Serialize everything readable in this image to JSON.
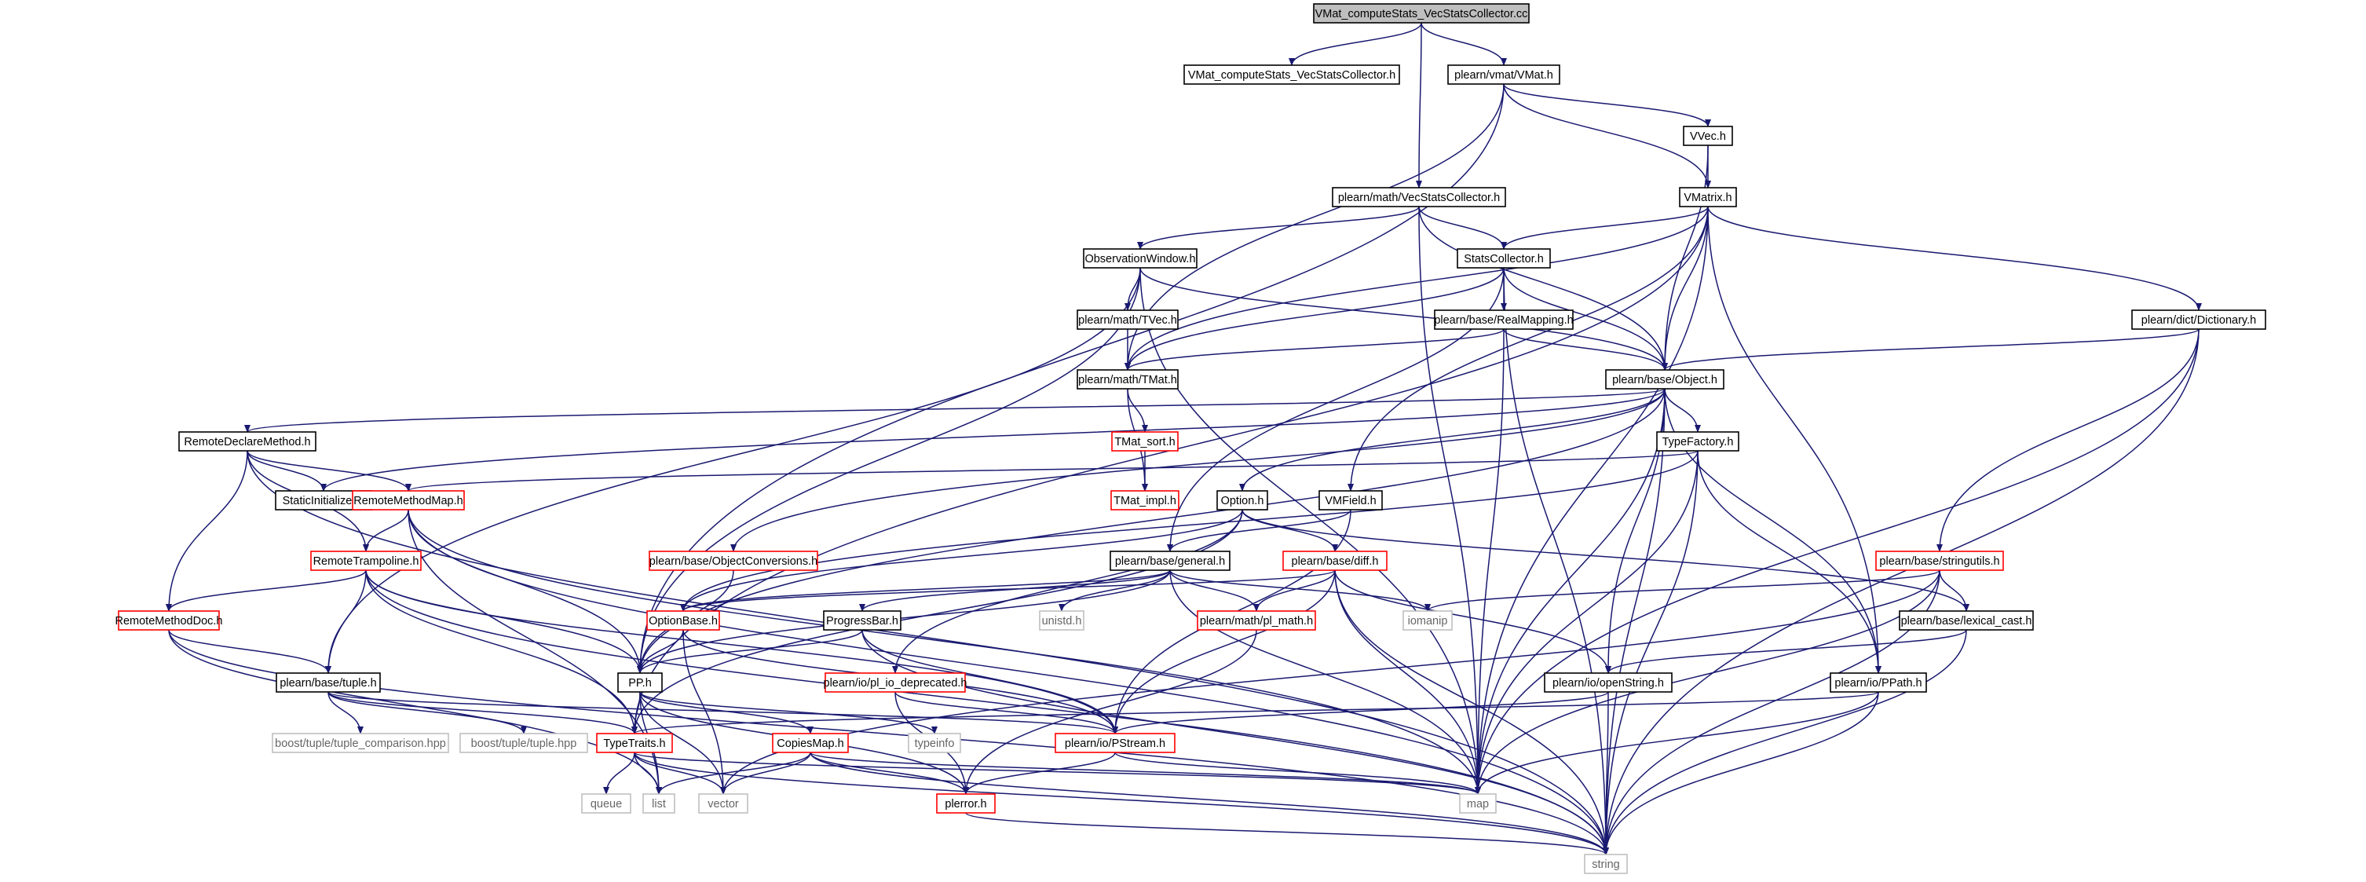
{
  "diagram": {
    "colors": {
      "normal_border": "#000000",
      "missing_border": "#bfbfbf",
      "truncated_border": "#ff0000",
      "root_fill": "#bfbfbf",
      "edge": "#191970",
      "text": "#000000",
      "missing_text": "#666666"
    },
    "nodes": [
      {
        "id": "root",
        "label": "VMat_computeStats_VecStatsCollector.cc",
        "kind": "root"
      },
      {
        "id": "vmat_compute_h",
        "label": "VMat_computeStats_VecStatsCollector.h",
        "kind": "normal"
      },
      {
        "id": "vmat_h",
        "label": "plearn/vmat/VMat.h",
        "kind": "normal"
      },
      {
        "id": "vvec_h",
        "label": "VVec.h",
        "kind": "normal"
      },
      {
        "id": "vecstats_h",
        "label": "plearn/math/VecStatsCollector.h",
        "kind": "normal"
      },
      {
        "id": "vmatrix_h",
        "label": "VMatrix.h",
        "kind": "normal"
      },
      {
        "id": "obswin_h",
        "label": "ObservationWindow.h",
        "kind": "normal"
      },
      {
        "id": "statscol_h",
        "label": "StatsCollector.h",
        "kind": "normal"
      },
      {
        "id": "tvec_h",
        "label": "plearn/math/TVec.h",
        "kind": "normal"
      },
      {
        "id": "realmap_h",
        "label": "plearn/base/RealMapping.h",
        "kind": "normal"
      },
      {
        "id": "dict_h",
        "label": "plearn/dict/Dictionary.h",
        "kind": "normal"
      },
      {
        "id": "tmat_h",
        "label": "plearn/math/TMat.h",
        "kind": "normal"
      },
      {
        "id": "object_h",
        "label": "plearn/base/Object.h",
        "kind": "normal"
      },
      {
        "id": "rdm_h",
        "label": "RemoteDeclareMethod.h",
        "kind": "normal"
      },
      {
        "id": "tmatsort_h",
        "label": "TMat_sort.h",
        "kind": "truncated"
      },
      {
        "id": "typefactory_h",
        "label": "TypeFactory.h",
        "kind": "normal"
      },
      {
        "id": "staticinit_h",
        "label": "StaticInitializer.h",
        "kind": "normal"
      },
      {
        "id": "rmm_h",
        "label": "RemoteMethodMap.h",
        "kind": "truncated"
      },
      {
        "id": "tmatimpl_h",
        "label": "TMat_impl.h",
        "kind": "truncated"
      },
      {
        "id": "option_h",
        "label": "Option.h",
        "kind": "normal"
      },
      {
        "id": "vmfield_h",
        "label": "VMField.h",
        "kind": "normal"
      },
      {
        "id": "objconv_h",
        "label": "plearn/base/ObjectConversions.h",
        "kind": "truncated"
      },
      {
        "id": "rtramp_h",
        "label": "RemoteTrampoline.h",
        "kind": "truncated"
      },
      {
        "id": "general_h",
        "label": "plearn/base/general.h",
        "kind": "normal"
      },
      {
        "id": "diff_h",
        "label": "plearn/base/diff.h",
        "kind": "truncated"
      },
      {
        "id": "stringutils_h",
        "label": "plearn/base/stringutils.h",
        "kind": "truncated"
      },
      {
        "id": "rmdoc_h",
        "label": "RemoteMethodDoc.h",
        "kind": "truncated"
      },
      {
        "id": "optionbase_h",
        "label": "OptionBase.h",
        "kind": "truncated"
      },
      {
        "id": "progressbar_h",
        "label": "ProgressBar.h",
        "kind": "normal"
      },
      {
        "id": "unistd_h",
        "label": "unistd.h",
        "kind": "missing"
      },
      {
        "id": "plmath_h",
        "label": "plearn/math/pl_math.h",
        "kind": "truncated"
      },
      {
        "id": "iomanip",
        "label": "iomanip",
        "kind": "missing"
      },
      {
        "id": "lexcast_h",
        "label": "plearn/base/lexical_cast.h",
        "kind": "normal"
      },
      {
        "id": "tuple_h",
        "label": "plearn/base/tuple.h",
        "kind": "normal"
      },
      {
        "id": "pp_h",
        "label": "PP.h",
        "kind": "normal"
      },
      {
        "id": "pliodep_h",
        "label": "plearn/io/pl_io_deprecated.h",
        "kind": "truncated"
      },
      {
        "id": "openstring_h",
        "label": "plearn/io/openString.h",
        "kind": "normal"
      },
      {
        "id": "ppath_h",
        "label": "plearn/io/PPath.h",
        "kind": "normal"
      },
      {
        "id": "tuplecmp_hpp",
        "label": "boost/tuple/tuple_comparison.hpp",
        "kind": "missing"
      },
      {
        "id": "tuple_hpp",
        "label": "boost/tuple/tuple.hpp",
        "kind": "missing"
      },
      {
        "id": "typetraits_h",
        "label": "TypeTraits.h",
        "kind": "truncated"
      },
      {
        "id": "copiesmap_h",
        "label": "CopiesMap.h",
        "kind": "truncated"
      },
      {
        "id": "typeinfo",
        "label": "typeinfo",
        "kind": "missing"
      },
      {
        "id": "pstream_h",
        "label": "plearn/io/PStream.h",
        "kind": "truncated"
      },
      {
        "id": "queue",
        "label": "queue",
        "kind": "missing"
      },
      {
        "id": "list",
        "label": "list",
        "kind": "missing"
      },
      {
        "id": "vector",
        "label": "vector",
        "kind": "missing"
      },
      {
        "id": "plerror_h",
        "label": "plerror.h",
        "kind": "truncated"
      },
      {
        "id": "map",
        "label": "map",
        "kind": "missing"
      },
      {
        "id": "string",
        "label": "string",
        "kind": "missing"
      }
    ],
    "edges": [
      [
        "root",
        "vmat_compute_h"
      ],
      [
        "root",
        "vmat_h"
      ],
      [
        "root",
        "vecstats_h"
      ],
      [
        "vmat_h",
        "vvec_h"
      ],
      [
        "vmat_h",
        "vmatrix_h"
      ],
      [
        "vmat_h",
        "tmat_h"
      ],
      [
        "vmat_h",
        "pp_h"
      ],
      [
        "vvec_h",
        "vmatrix_h"
      ],
      [
        "vvec_h",
        "object_h"
      ],
      [
        "vecstats_h",
        "obswin_h"
      ],
      [
        "vecstats_h",
        "statscol_h"
      ],
      [
        "vecstats_h",
        "object_h"
      ],
      [
        "vecstats_h",
        "map"
      ],
      [
        "vmatrix_h",
        "statscol_h"
      ],
      [
        "vmatrix_h",
        "dict_h"
      ],
      [
        "vmatrix_h",
        "object_h"
      ],
      [
        "vmatrix_h",
        "tmat_h"
      ],
      [
        "vmatrix_h",
        "ppath_h"
      ],
      [
        "vmatrix_h",
        "vmfield_h"
      ],
      [
        "vmatrix_h",
        "map"
      ],
      [
        "vmatrix_h",
        "typetraits_h"
      ],
      [
        "obswin_h",
        "tvec_h"
      ],
      [
        "obswin_h",
        "tuple_h"
      ],
      [
        "obswin_h",
        "object_h"
      ],
      [
        "obswin_h",
        "pp_h"
      ],
      [
        "obswin_h",
        "map"
      ],
      [
        "statscol_h",
        "realmap_h"
      ],
      [
        "statscol_h",
        "object_h"
      ],
      [
        "statscol_h",
        "tmat_h"
      ],
      [
        "statscol_h",
        "general_h"
      ],
      [
        "statscol_h",
        "string"
      ],
      [
        "tvec_h",
        "tmat_h"
      ],
      [
        "realmap_h",
        "object_h"
      ],
      [
        "realmap_h",
        "tmat_h"
      ],
      [
        "realmap_h",
        "map"
      ],
      [
        "dict_h",
        "object_h"
      ],
      [
        "dict_h",
        "stringutils_h"
      ],
      [
        "dict_h",
        "map"
      ],
      [
        "dict_h",
        "string"
      ],
      [
        "tmat_h",
        "tmatsort_h"
      ],
      [
        "tmat_h",
        "tmatimpl_h"
      ],
      [
        "object_h",
        "rdm_h"
      ],
      [
        "object_h",
        "typefactory_h"
      ],
      [
        "object_h",
        "staticinit_h"
      ],
      [
        "object_h",
        "option_h"
      ],
      [
        "object_h",
        "ppath_h"
      ],
      [
        "object_h",
        "openstring_h"
      ],
      [
        "object_h",
        "objconv_h"
      ],
      [
        "object_h",
        "pp_h"
      ],
      [
        "object_h",
        "map"
      ],
      [
        "object_h",
        "string"
      ],
      [
        "rdm_h",
        "staticinit_h"
      ],
      [
        "rdm_h",
        "rmm_h"
      ],
      [
        "rdm_h",
        "rtramp_h"
      ],
      [
        "rdm_h",
        "rmdoc_h"
      ],
      [
        "rdm_h",
        "string"
      ],
      [
        "tmatsort_h",
        "tmatimpl_h"
      ],
      [
        "typefactory_h",
        "rmm_h"
      ],
      [
        "typefactory_h",
        "ppath_h"
      ],
      [
        "typefactory_h",
        "map"
      ],
      [
        "typefactory_h",
        "string"
      ],
      [
        "typefactory_h",
        "optionbase_h"
      ],
      [
        "rmm_h",
        "rtramp_h"
      ],
      [
        "rmm_h",
        "pp_h"
      ],
      [
        "rmm_h",
        "map"
      ],
      [
        "rmm_h",
        "string"
      ],
      [
        "rmm_h",
        "list"
      ],
      [
        "option_h",
        "diff_h"
      ],
      [
        "option_h",
        "optionbase_h"
      ],
      [
        "option_h",
        "lexcast_h"
      ],
      [
        "option_h",
        "pliodep_h"
      ],
      [
        "option_h",
        "typetraits_h"
      ],
      [
        "vmfield_h",
        "general_h"
      ],
      [
        "vmfield_h",
        "pstream_h"
      ],
      [
        "objconv_h",
        "pp_h"
      ],
      [
        "rtramp_h",
        "rmdoc_h"
      ],
      [
        "rtramp_h",
        "tuple_h"
      ],
      [
        "rtramp_h",
        "pp_h"
      ],
      [
        "rtramp_h",
        "typetraits_h"
      ],
      [
        "rtramp_h",
        "pstream_h"
      ],
      [
        "rtramp_h",
        "string"
      ],
      [
        "general_h",
        "optionbase_h"
      ],
      [
        "general_h",
        "progressbar_h"
      ],
      [
        "general_h",
        "unistd_h"
      ],
      [
        "general_h",
        "plmath_h"
      ],
      [
        "general_h",
        "iomanip"
      ],
      [
        "general_h",
        "pp_h"
      ],
      [
        "general_h",
        "map"
      ],
      [
        "diff_h",
        "optionbase_h"
      ],
      [
        "diff_h",
        "plmath_h"
      ],
      [
        "diff_h",
        "openstring_h"
      ],
      [
        "diff_h",
        "pstream_h"
      ],
      [
        "diff_h",
        "map"
      ],
      [
        "diff_h",
        "string"
      ],
      [
        "stringutils_h",
        "iomanip"
      ],
      [
        "stringutils_h",
        "lexcast_h"
      ],
      [
        "stringutils_h",
        "vector"
      ],
      [
        "stringutils_h",
        "map"
      ],
      [
        "stringutils_h",
        "string"
      ],
      [
        "rmdoc_h",
        "tuple_h"
      ],
      [
        "rmdoc_h",
        "list"
      ],
      [
        "rmdoc_h",
        "string"
      ],
      [
        "optionbase_h",
        "pp_h"
      ],
      [
        "optionbase_h",
        "pstream_h"
      ],
      [
        "optionbase_h",
        "vector"
      ],
      [
        "progressbar_h",
        "pp_h"
      ],
      [
        "progressbar_h",
        "pstream_h"
      ],
      [
        "progressbar_h",
        "string"
      ],
      [
        "plmath_h",
        "plerror_h"
      ],
      [
        "lexcast_h",
        "openstring_h"
      ],
      [
        "lexcast_h",
        "string"
      ],
      [
        "tuple_h",
        "tuplecmp_hpp"
      ],
      [
        "tuple_h",
        "tuple_hpp"
      ],
      [
        "tuple_h",
        "typetraits_h"
      ],
      [
        "tuple_h",
        "pstream_h"
      ],
      [
        "pp_h",
        "typetraits_h"
      ],
      [
        "pp_h",
        "copiesmap_h"
      ],
      [
        "pp_h",
        "typeinfo"
      ],
      [
        "pp_h",
        "plerror_h"
      ],
      [
        "pp_h",
        "list"
      ],
      [
        "pp_h",
        "vector"
      ],
      [
        "pliodep_h",
        "pstream_h"
      ],
      [
        "pliodep_h",
        "plerror_h"
      ],
      [
        "openstring_h",
        "pstream_h"
      ],
      [
        "openstring_h",
        "string"
      ],
      [
        "ppath_h",
        "typetraits_h"
      ],
      [
        "ppath_h",
        "map"
      ],
      [
        "ppath_h",
        "string"
      ],
      [
        "typetraits_h",
        "queue"
      ],
      [
        "typetraits_h",
        "list"
      ],
      [
        "typetraits_h",
        "vector"
      ],
      [
        "typetraits_h",
        "map"
      ],
      [
        "typetraits_h",
        "string"
      ],
      [
        "copiesmap_h",
        "vector"
      ],
      [
        "copiesmap_h",
        "plerror_h"
      ],
      [
        "copiesmap_h",
        "map"
      ],
      [
        "copiesmap_h",
        "string"
      ],
      [
        "copiesmap_h",
        "list"
      ],
      [
        "pstream_h",
        "plerror_h"
      ],
      [
        "pstream_h",
        "map"
      ],
      [
        "plerror_h",
        "string"
      ]
    ]
  }
}
